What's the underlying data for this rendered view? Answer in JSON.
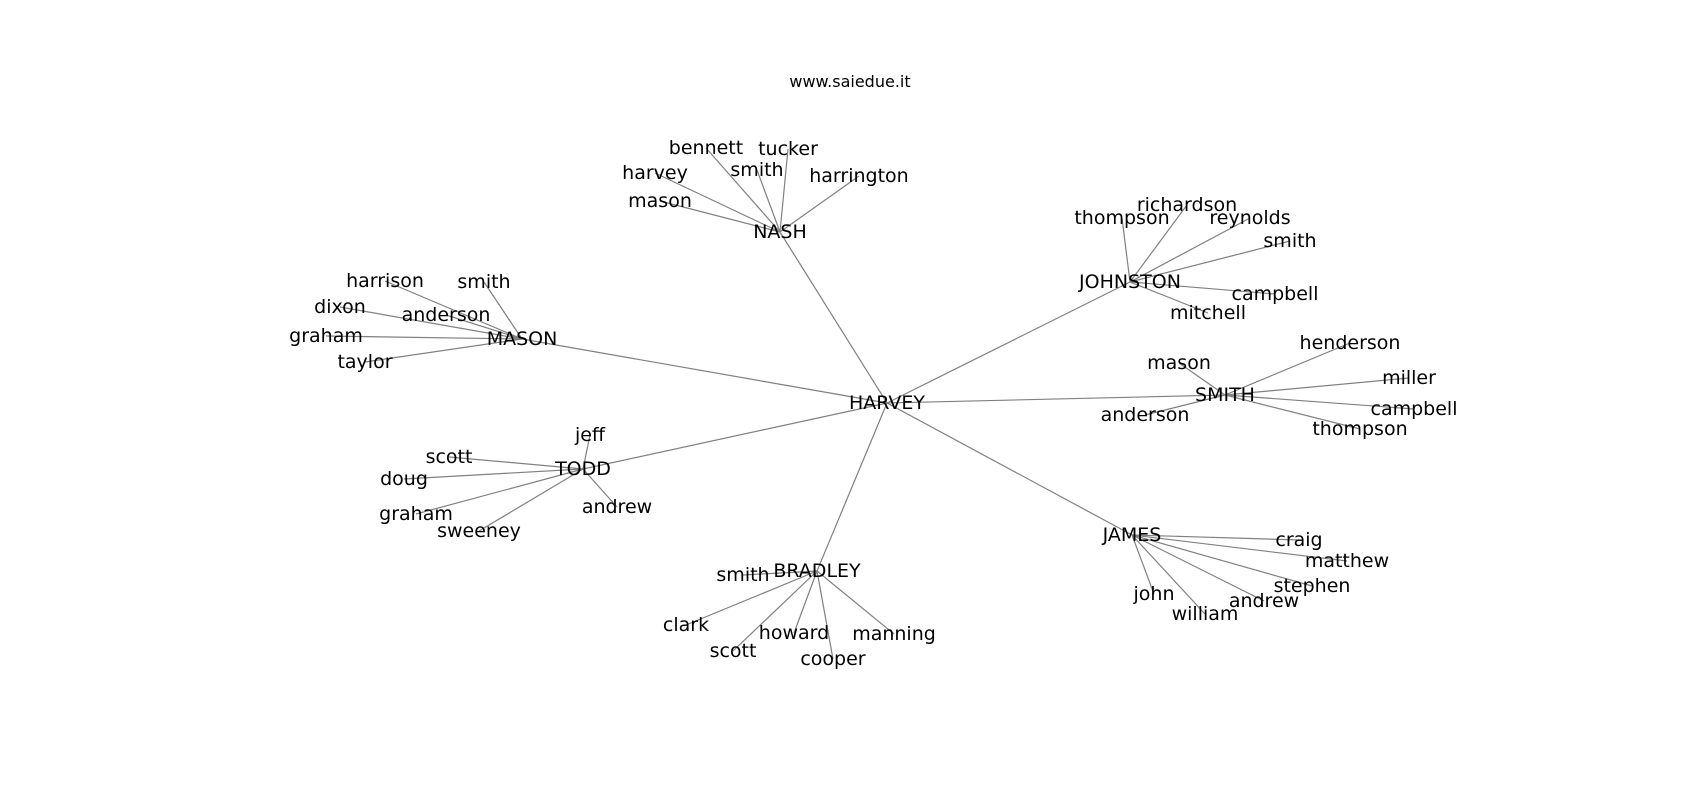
{
  "site": "www.saiedue.it",
  "graph": {
    "root": "HARVEY",
    "clusters": [
      {
        "name": "NASH",
        "leaves": [
          "bennett",
          "tucker",
          "harvey",
          "smith",
          "harrington",
          "mason"
        ]
      },
      {
        "name": "JOHNSTON",
        "leaves": [
          "richardson",
          "thompson",
          "reynolds",
          "smith",
          "campbell",
          "mitchell"
        ]
      },
      {
        "name": "MASON",
        "leaves": [
          "harrison",
          "smith",
          "dixon",
          "anderson",
          "graham",
          "taylor"
        ]
      },
      {
        "name": "SMITH",
        "leaves": [
          "henderson",
          "mason",
          "miller",
          "anderson",
          "campbell",
          "thompson"
        ]
      },
      {
        "name": "TODD",
        "leaves": [
          "jeff",
          "scott",
          "doug",
          "andrew",
          "graham",
          "sweeney"
        ]
      },
      {
        "name": "JAMES",
        "leaves": [
          "craig",
          "matthew",
          "stephen",
          "john",
          "andrew",
          "william"
        ]
      },
      {
        "name": "BRADLEY",
        "leaves": [
          "smith",
          "clark",
          "howard",
          "manning",
          "scott",
          "cooper"
        ]
      }
    ]
  },
  "colors": {
    "edge": "#808080",
    "text": "#000000",
    "background": "#ffffff"
  }
}
